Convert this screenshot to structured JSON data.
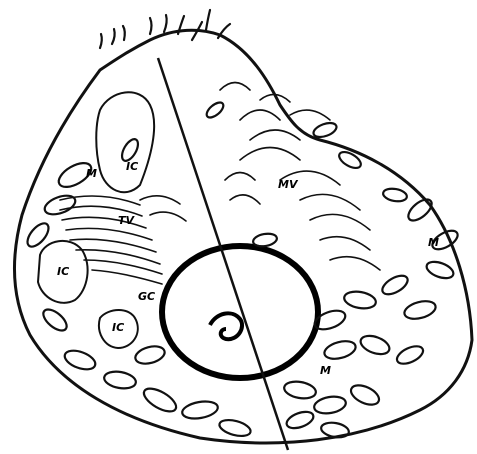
{
  "figure": {
    "labels": {
      "ic_top": "IC",
      "m_left": "M",
      "tv": "TV",
      "ic_left": "IC",
      "ic_bottom": "IC",
      "gc": "GC",
      "mv": "MV",
      "m_right": "M",
      "m_bottom": "M"
    }
  }
}
